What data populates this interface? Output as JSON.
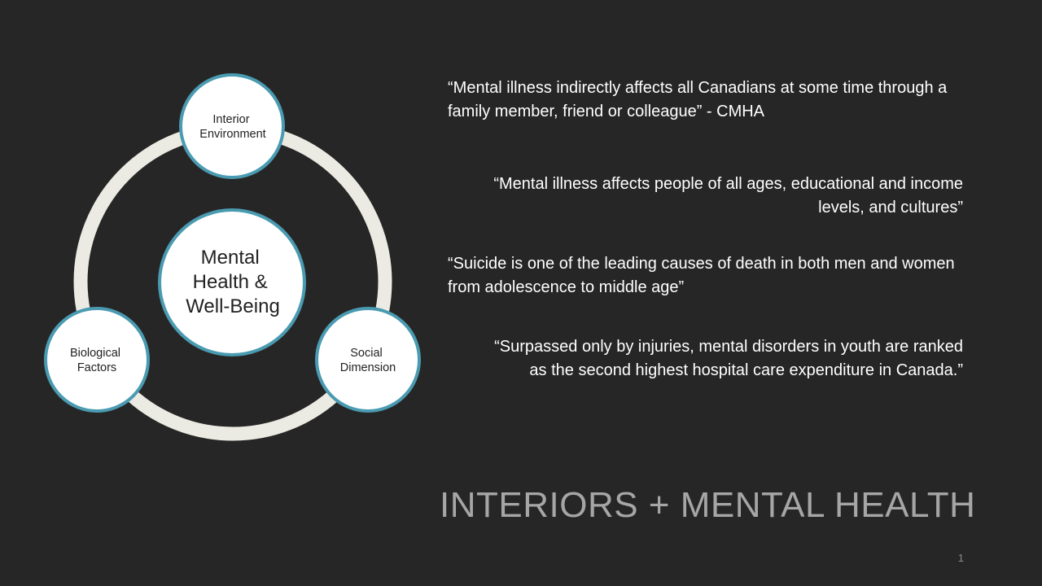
{
  "diagram": {
    "center": [
      "Mental",
      "Health &",
      "Well-Being"
    ],
    "nodes": [
      {
        "id": "interior",
        "lines": [
          "Interior",
          "Environment"
        ]
      },
      {
        "id": "social",
        "lines": [
          "Social",
          "Dimension"
        ]
      },
      {
        "id": "biological",
        "lines": [
          "Biological",
          "Factors"
        ]
      }
    ]
  },
  "quotes": [
    "“Mental illness indirectly affects all Canadians at some time through a family member, friend or colleague” - CMHA",
    "“Mental illness affects people of all ages, educational and income levels, and cultures”",
    "“Suicide is one of the leading causes of death in both men and women from adolescence to middle age”",
    "“Surpassed only by injuries, mental disorders in youth are ranked as the second highest hospital care expenditure in Canada.”"
  ],
  "title": "INTERIORS + MENTAL HEALTH",
  "page_number": "1",
  "colors": {
    "background": "#262626",
    "ring": "#ecebe3",
    "node_fill": "#ffffff",
    "node_border": "#4a9bb1",
    "title": "#a6a6a6"
  }
}
